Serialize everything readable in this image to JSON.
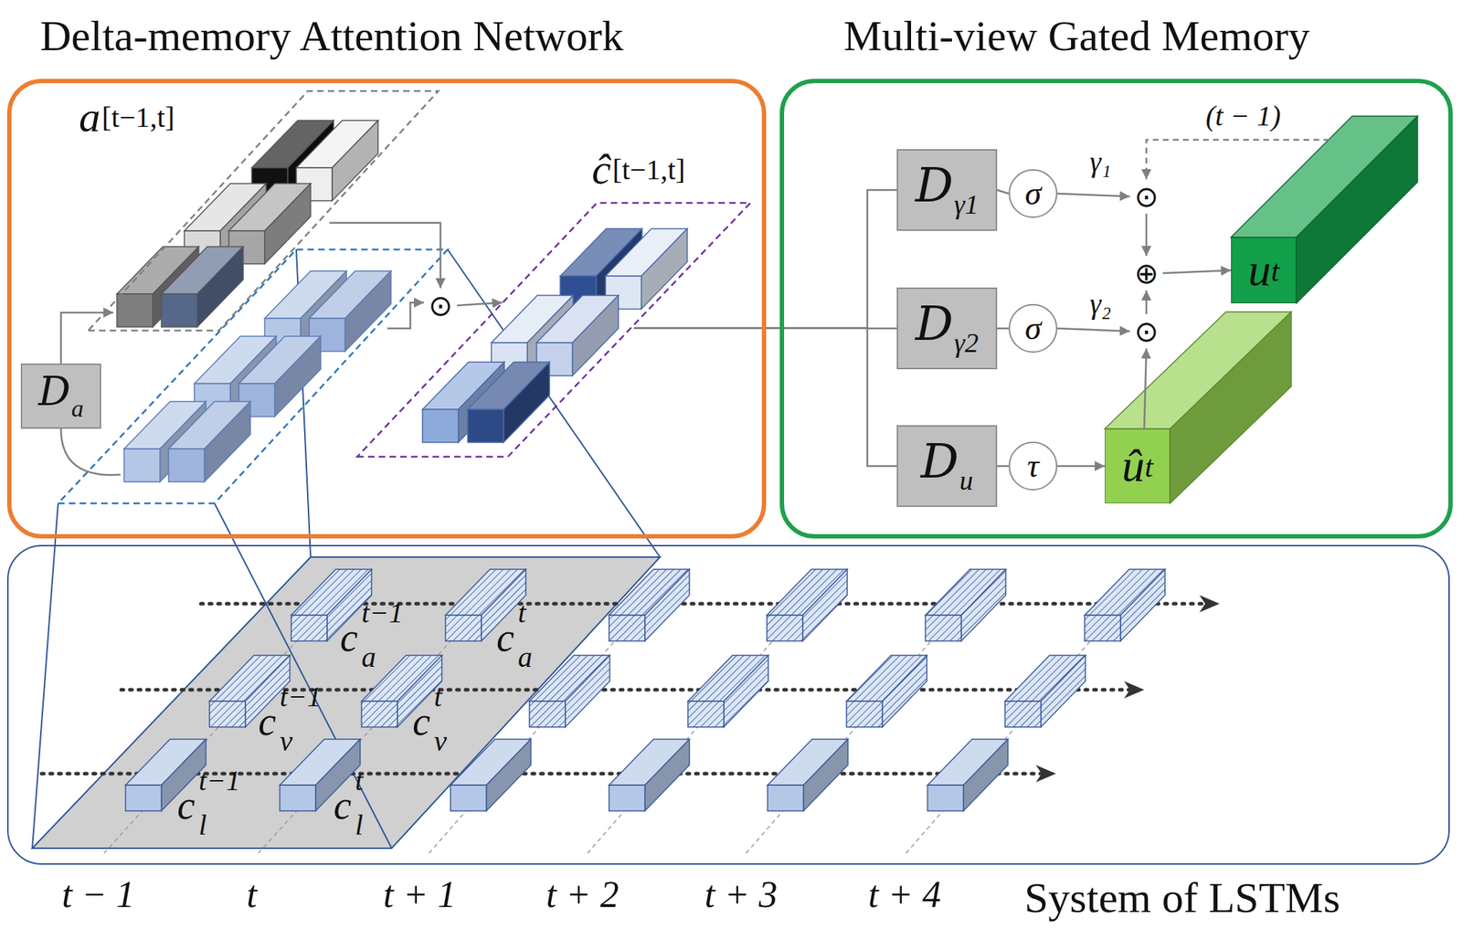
{
  "diagram": {
    "nodes": [
      {
        "text": [
          "Delta-memory Attention Network"
        ]
      },
      {
        "text": [
          "a",
          "[t−1,t]"
        ],
        "in": 0
      },
      {
        "text": [
          "D",
          "a"
        ],
        "in": 0
      },
      {
        "text": [
          "ĉ",
          "[t−1,t]"
        ],
        "in": 0
      },
      {
        "text": [
          "⊙"
        ],
        "in": 0
      },
      {
        "text": [
          "Multi-view Gated Memory"
        ]
      },
      {
        "text": [
          "D",
          "γ1"
        ],
        "in": 5
      },
      {
        "text": [
          "D",
          "γ2"
        ],
        "in": 5
      },
      {
        "text": [
          "D",
          "u"
        ],
        "in": 5
      },
      {
        "text": [
          "σ"
        ],
        "in": 5
      },
      {
        "text": [
          "σ"
        ],
        "in": 5
      },
      {
        "text": [
          "τ"
        ],
        "in": 5
      },
      {
        "text": [
          "⊙"
        ],
        "in": 5
      },
      {
        "text": [
          "⊕"
        ],
        "in": 5
      },
      {
        "text": [
          "⊙"
        ],
        "in": 5
      },
      {
        "text": [
          "u",
          "t"
        ],
        "in": 5
      },
      {
        "text": [
          "û",
          "t"
        ],
        "in": 5
      },
      {
        "text": [
          "System of LSTMs"
        ]
      }
    ],
    "edges": [
      {
        "from": 2,
        "to": 1,
        "arrow": "to"
      },
      {
        "from": 1,
        "to": 4,
        "arrow": "to"
      },
      {
        "from": 4,
        "to": 3,
        "arrow": "to"
      },
      {
        "from": 3,
        "to": 6,
        "arrow": "none"
      },
      {
        "from": 3,
        "to": 7,
        "arrow": "none"
      },
      {
        "from": 3,
        "to": 8,
        "arrow": "none"
      },
      {
        "from": 6,
        "to": 9,
        "arrow": "none"
      },
      {
        "from": 7,
        "to": 10,
        "arrow": "none"
      },
      {
        "from": 8,
        "to": 11,
        "arrow": "none"
      },
      {
        "from": 9,
        "to": 12,
        "label": "γ₁",
        "arrow": "to"
      },
      {
        "from": 10,
        "to": 14,
        "label": "γ₂",
        "arrow": "to"
      },
      {
        "from": 11,
        "to": 16,
        "arrow": "to"
      },
      {
        "from": 12,
        "to": 13,
        "arrow": "to"
      },
      {
        "from": 14,
        "to": 13,
        "arrow": "to"
      },
      {
        "from": 13,
        "to": 15,
        "arrow": "to"
      },
      {
        "from": 16,
        "to": 14,
        "arrow": "to"
      },
      {
        "from": 15,
        "to": 12,
        "label": "(t − 1)",
        "arrow": "to"
      }
    ],
    "labels": [
      "c",
      "t−1",
      "a",
      "c",
      "t",
      "a",
      "c",
      "t−1",
      "v",
      "c",
      "t",
      "v",
      "c",
      "t−1",
      "l",
      "c",
      "t",
      "l",
      "t − 1",
      "t",
      "t + 1",
      "t + 2",
      "t + 3",
      "t + 4"
    ]
  }
}
